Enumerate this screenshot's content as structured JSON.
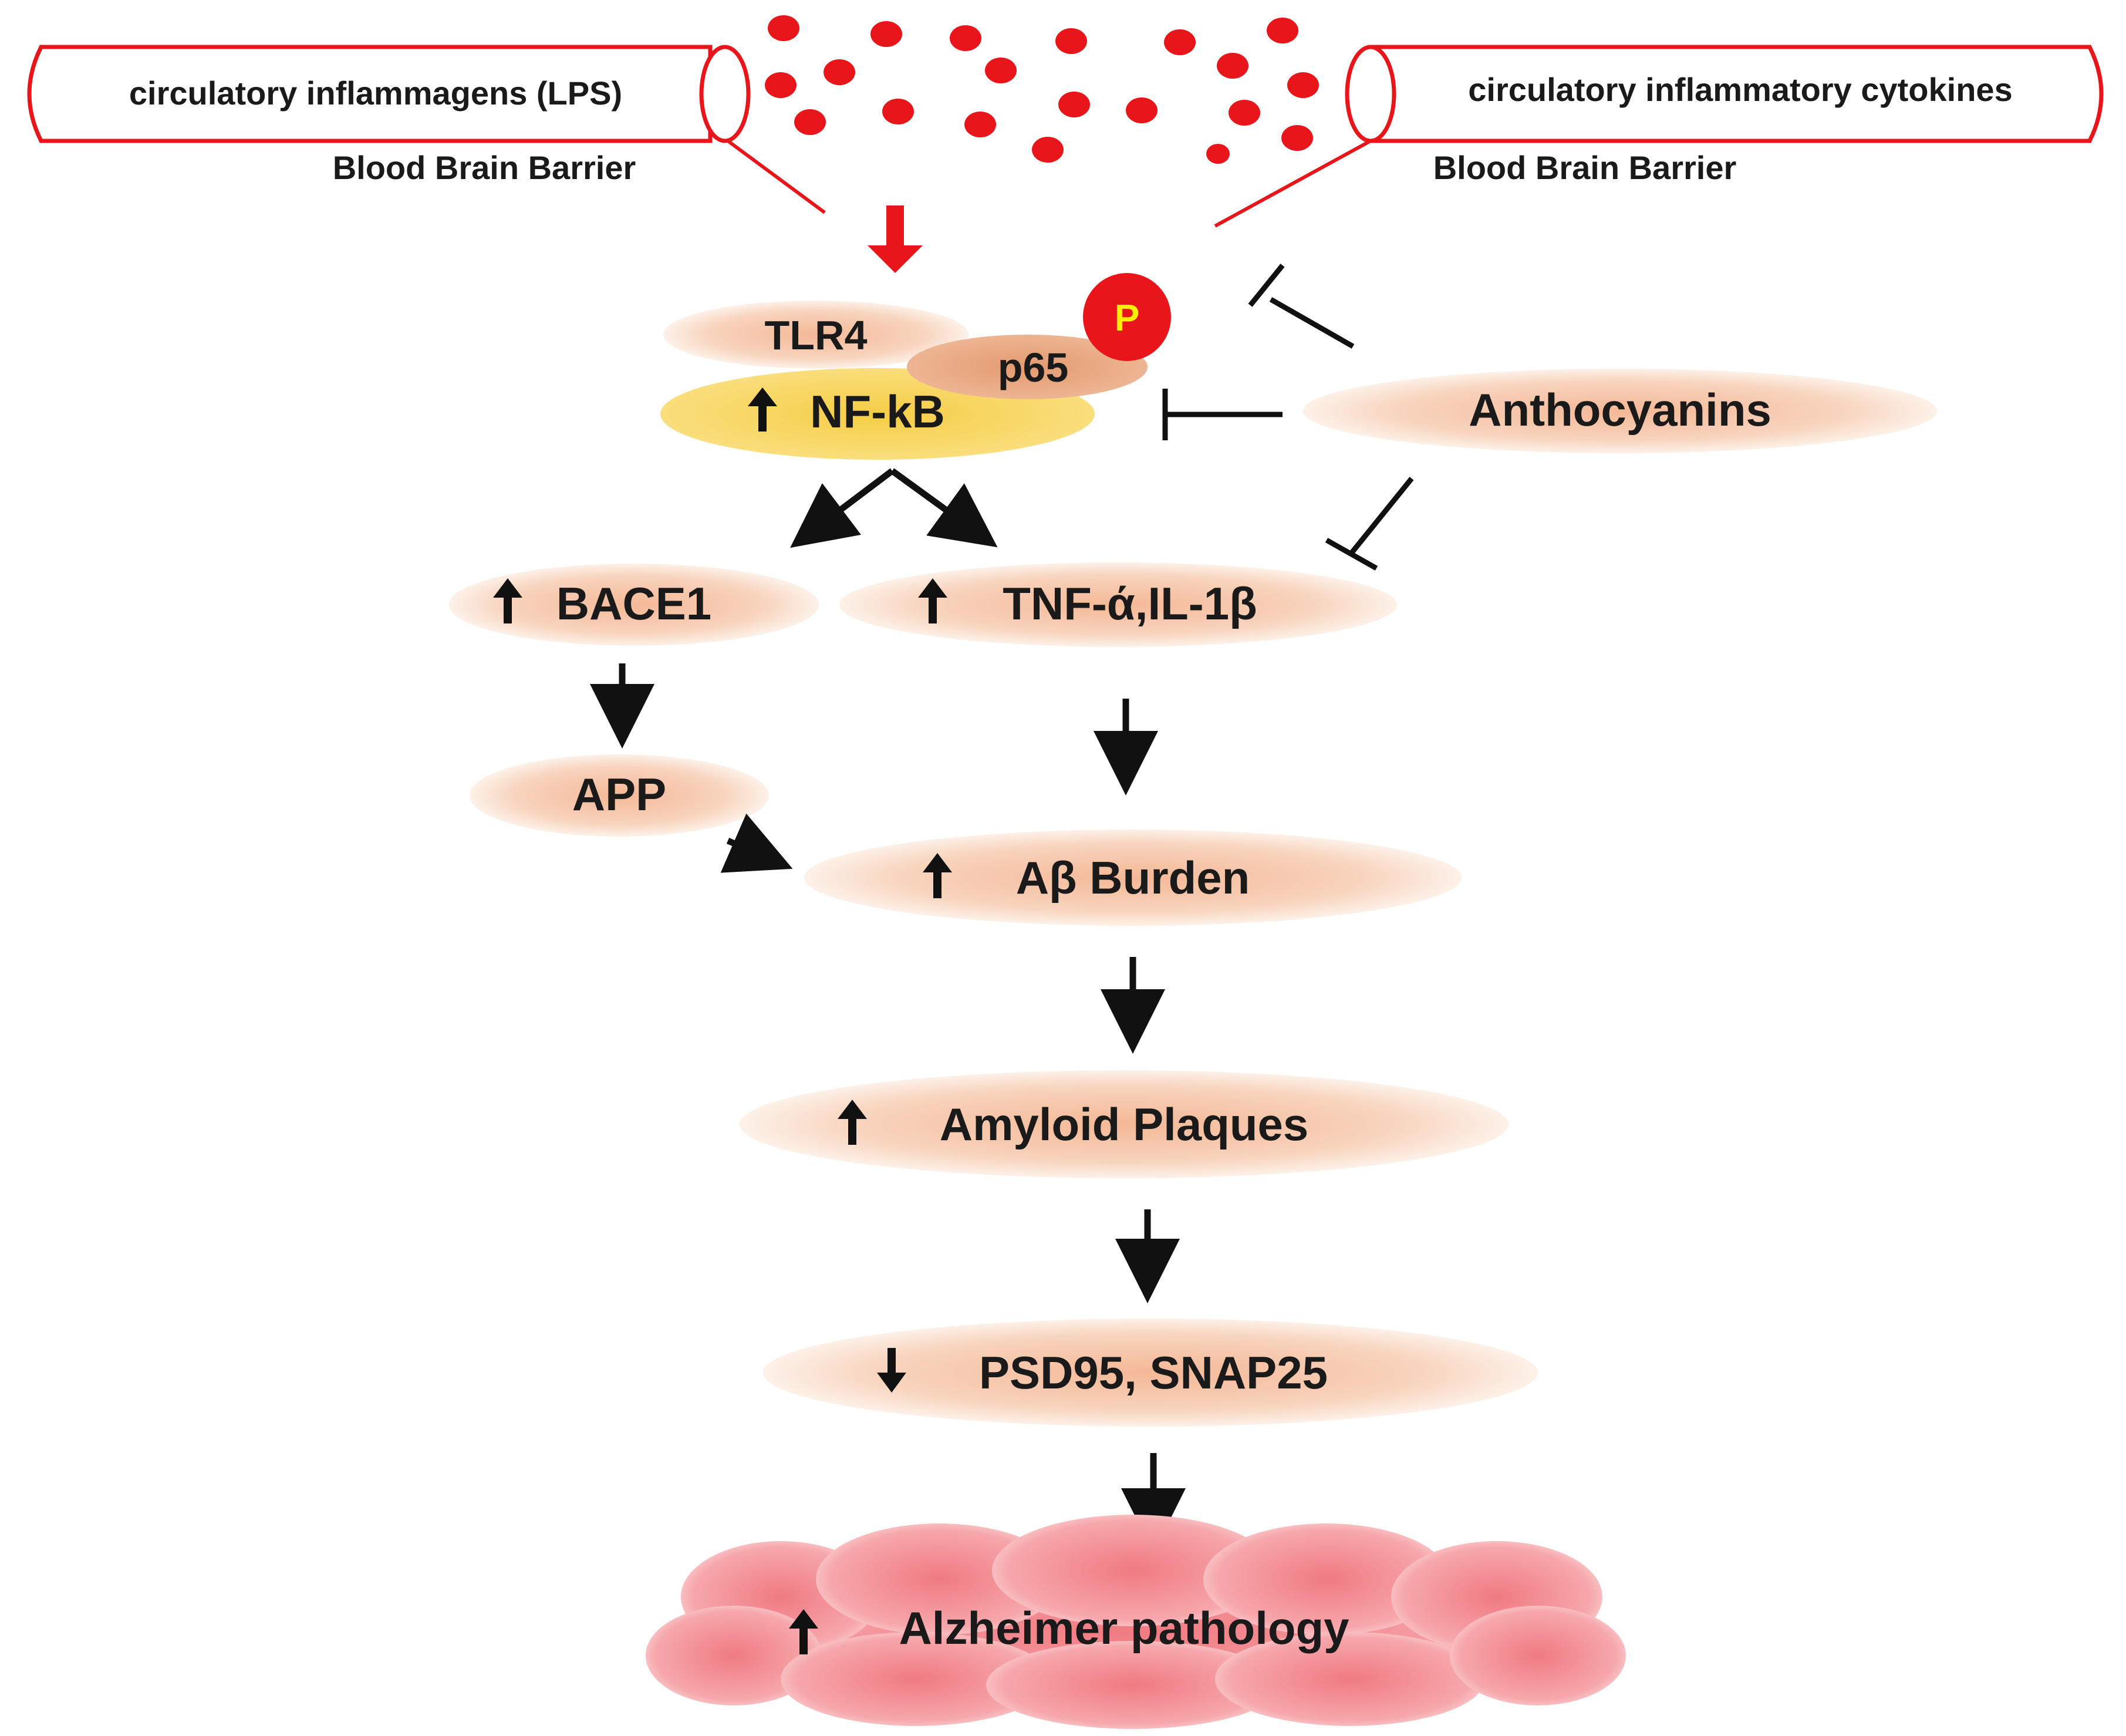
{
  "vessels": {
    "left": {
      "label": "circulatory inflammagens (LPS)",
      "barrier": "Blood Brain Barrier"
    },
    "right": {
      "label": "circulatory inflammatory cytokines",
      "barrier": "Blood Brain Barrier"
    }
  },
  "complex": {
    "tlr4": "TLR4",
    "p65": "p65",
    "phospho": "P",
    "nfkb": "NF-kB",
    "nfkb_direction": "up"
  },
  "inhibitor": {
    "label": "Anthocyanins"
  },
  "nodes": {
    "bace1": {
      "label": "BACE1",
      "direction": "up"
    },
    "tnf": {
      "label": "TNF-ά,IL-1β",
      "direction": "up"
    },
    "app": {
      "label": "APP"
    },
    "abeta": {
      "label": "Aβ Burden",
      "direction": "up"
    },
    "plaques": {
      "label": "Amyloid Plaques",
      "direction": "up"
    },
    "synaptic": {
      "label": "PSD95, SNAP25",
      "direction": "down"
    },
    "outcome": {
      "label": "Alzheimer pathology",
      "direction": "up"
    }
  },
  "colors": {
    "vessel_red": "#e8151b",
    "node_peach": "#f6c2a6",
    "node_peach_light": "#fdf0e7",
    "nfkb_yellow": "#f6d35a",
    "p65_tan": "#e8a57d",
    "outcome_pink": "#f4868d",
    "arrow_black": "#111111"
  }
}
